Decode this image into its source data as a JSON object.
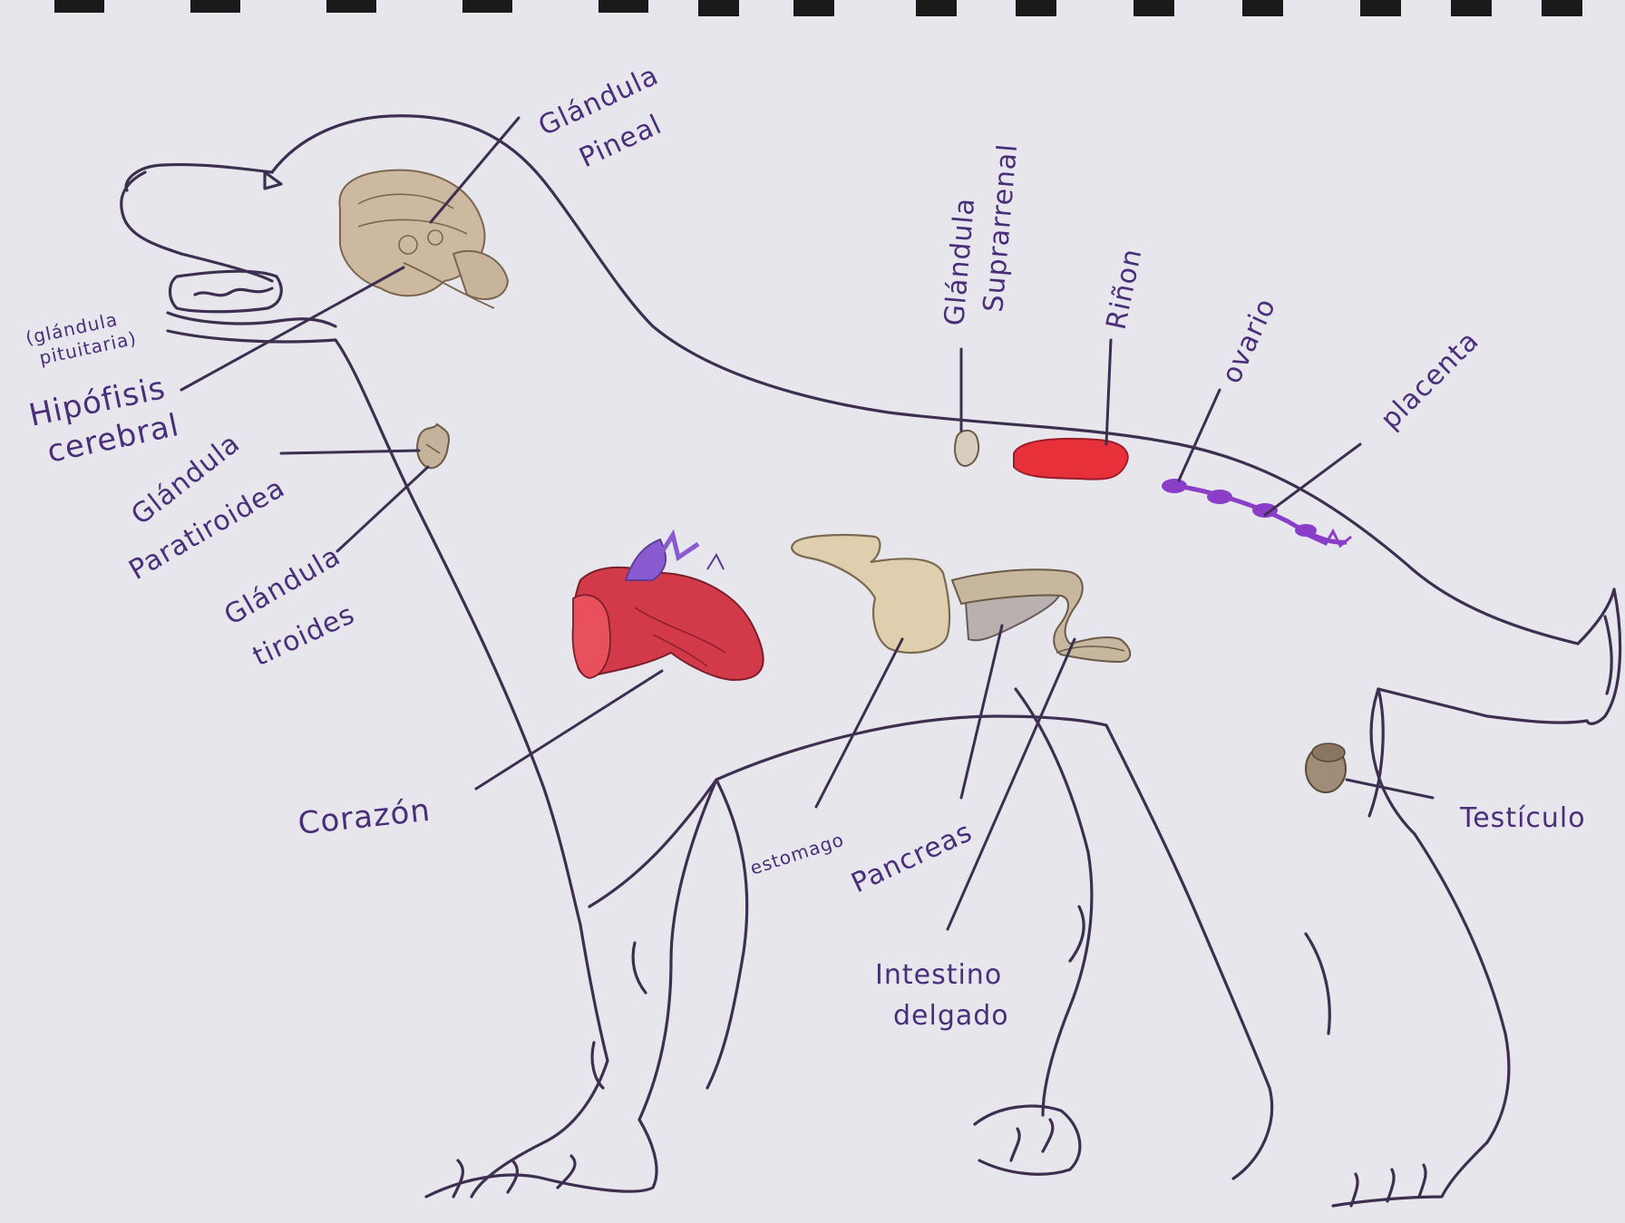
{
  "labels": {
    "pineal": [
      "Glándula",
      "Pineal"
    ],
    "pituitary_note": [
      "(glándula",
      "pituitaria)"
    ],
    "pituitary": [
      "Hipófisis",
      "cerebral"
    ],
    "parathyroid": [
      "Glándula",
      "Paratiroidea"
    ],
    "thyroid": [
      "Glándula",
      "tiroides"
    ],
    "adrenal": [
      "Glándula",
      "Suprarrenal"
    ],
    "kidney": "Riñon",
    "ovary": "ovario",
    "placenta": "placenta",
    "heart": "Corazón",
    "stomach": "estomago",
    "pancreas": "Pancreas",
    "intestine": [
      "Intestino",
      "delgado"
    ],
    "testicle": "Testículo"
  },
  "colors": {
    "ink": "#3d2f4f",
    "label": "#4a2e7a",
    "paper": "#e6e6ec",
    "brain": "#cdb9a0",
    "heart": "#d23a4a",
    "heart_vessel": "#8a5ad0",
    "kidney": "#e8303a",
    "ovary": "#8a3ec8",
    "stomach": "#dfcfae",
    "pancreas": "#b9b0b0",
    "gland": "#c4b29c",
    "testicle": "#a08d78"
  }
}
